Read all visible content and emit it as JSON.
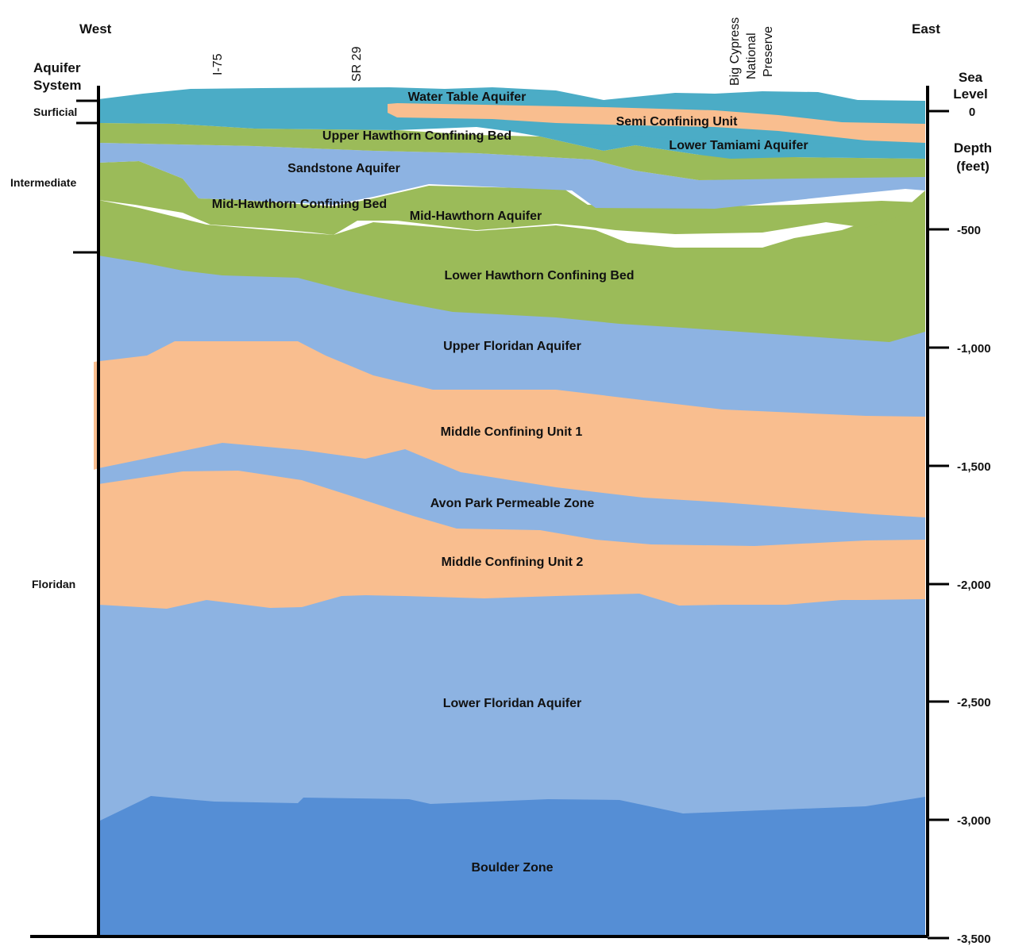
{
  "header": {
    "west": "West",
    "east": "East",
    "system_title_1": "Aquifer",
    "system_title_2": "System",
    "sea_1": "Sea",
    "sea_2": "Level",
    "depth_1": "Depth",
    "depth_2": "(feet)"
  },
  "systems": [
    "Surficial",
    "Intermediate",
    "Floridan"
  ],
  "locations": [
    {
      "lines": [
        "I-75"
      ]
    },
    {
      "lines": [
        "SR 29"
      ]
    },
    {
      "lines": [
        "Big Cypress",
        "National",
        "Preserve"
      ]
    }
  ],
  "depth_ticks": [
    "0",
    "-500",
    "-1,000",
    "-1,500",
    "-2,000",
    "-2,500",
    "-3,000",
    "-3,500"
  ],
  "units": [
    {
      "name": "Water Table Aquifer",
      "color": "#4bacc6"
    },
    {
      "name": "Semi Confining Unit",
      "color": "#f9be8f"
    },
    {
      "name": "Lower Tamiami Aquifer",
      "color": "#4bacc6"
    },
    {
      "name": "Upper Hawthorn Confining Bed",
      "color": "#9bbb59"
    },
    {
      "name": "Sandstone Aquifer",
      "color": "#8db3e2"
    },
    {
      "name": "Mid-Hawthorn Confining Bed",
      "color": "#9bbb59"
    },
    {
      "name": "Mid-Hawthorn Aquifer",
      "color": "#8db3e2"
    },
    {
      "name": "Lower Hawthorn Confining Bed",
      "color": "#9bbb59"
    },
    {
      "name": "Upper Floridan Aquifer",
      "color": "#8db3e2"
    },
    {
      "name": "Middle Confining Unit 1",
      "color": "#f9be8f"
    },
    {
      "name": "Avon Park Permeable Zone",
      "color": "#8db3e2"
    },
    {
      "name": "Middle Confining Unit 2",
      "color": "#f9be8f"
    },
    {
      "name": "Lower Floridan Aquifer",
      "color": "#8db3e2"
    },
    {
      "name": "Boulder Zone",
      "color": "#558ed5"
    }
  ]
}
